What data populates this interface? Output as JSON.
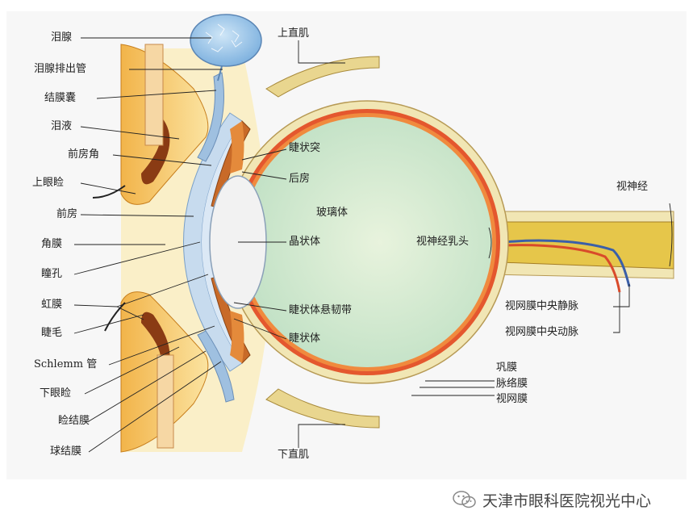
{
  "labels": {
    "lacrimal_gland": "泪腺",
    "lacrimal_duct": "泪腺排出管",
    "conjunctival_sac": "结膜囊",
    "tears": "泪液",
    "anterior_chamber_angle": "前房角",
    "upper_eyelid": "上眼睑",
    "anterior_chamber": "前房",
    "cornea": "角膜",
    "pupil": "瞳孔",
    "iris": "虹膜",
    "eyelash": "睫毛",
    "schlemm_canal": "Schlemm 管",
    "lower_eyelid": "下眼睑",
    "palpebral_conjunctiva": "睑结膜",
    "bulbar_conjunctiva": "球结膜",
    "superior_rectus": "上直肌",
    "inferior_rectus": "下直肌",
    "ciliary_process": "睫状突",
    "posterior_chamber": "后房",
    "vitreous": "玻璃体",
    "lens": "晶状体",
    "zonule": "睫状体悬韧带",
    "ciliary_body": "睫状体",
    "optic_disc": "视神经乳头",
    "optic_nerve": "视神经",
    "central_retinal_vein": "视网膜中央静脉",
    "central_retinal_artery": "视网膜中央动脉",
    "sclera": "巩膜",
    "choroid": "脉络膜",
    "retina": "视网膜"
  },
  "watermark": {
    "text": "天津市眼科医院视光中心",
    "icon": "wechat-icon"
  },
  "colors": {
    "vitreous": "#d6ecd3",
    "sclera": "#f1e6b4",
    "choroid": "#e4572e",
    "cornea": "#c7dbee",
    "eyelid": "#f0a630",
    "gland": "#9cc6e8",
    "nerve": "#e6c64a"
  }
}
